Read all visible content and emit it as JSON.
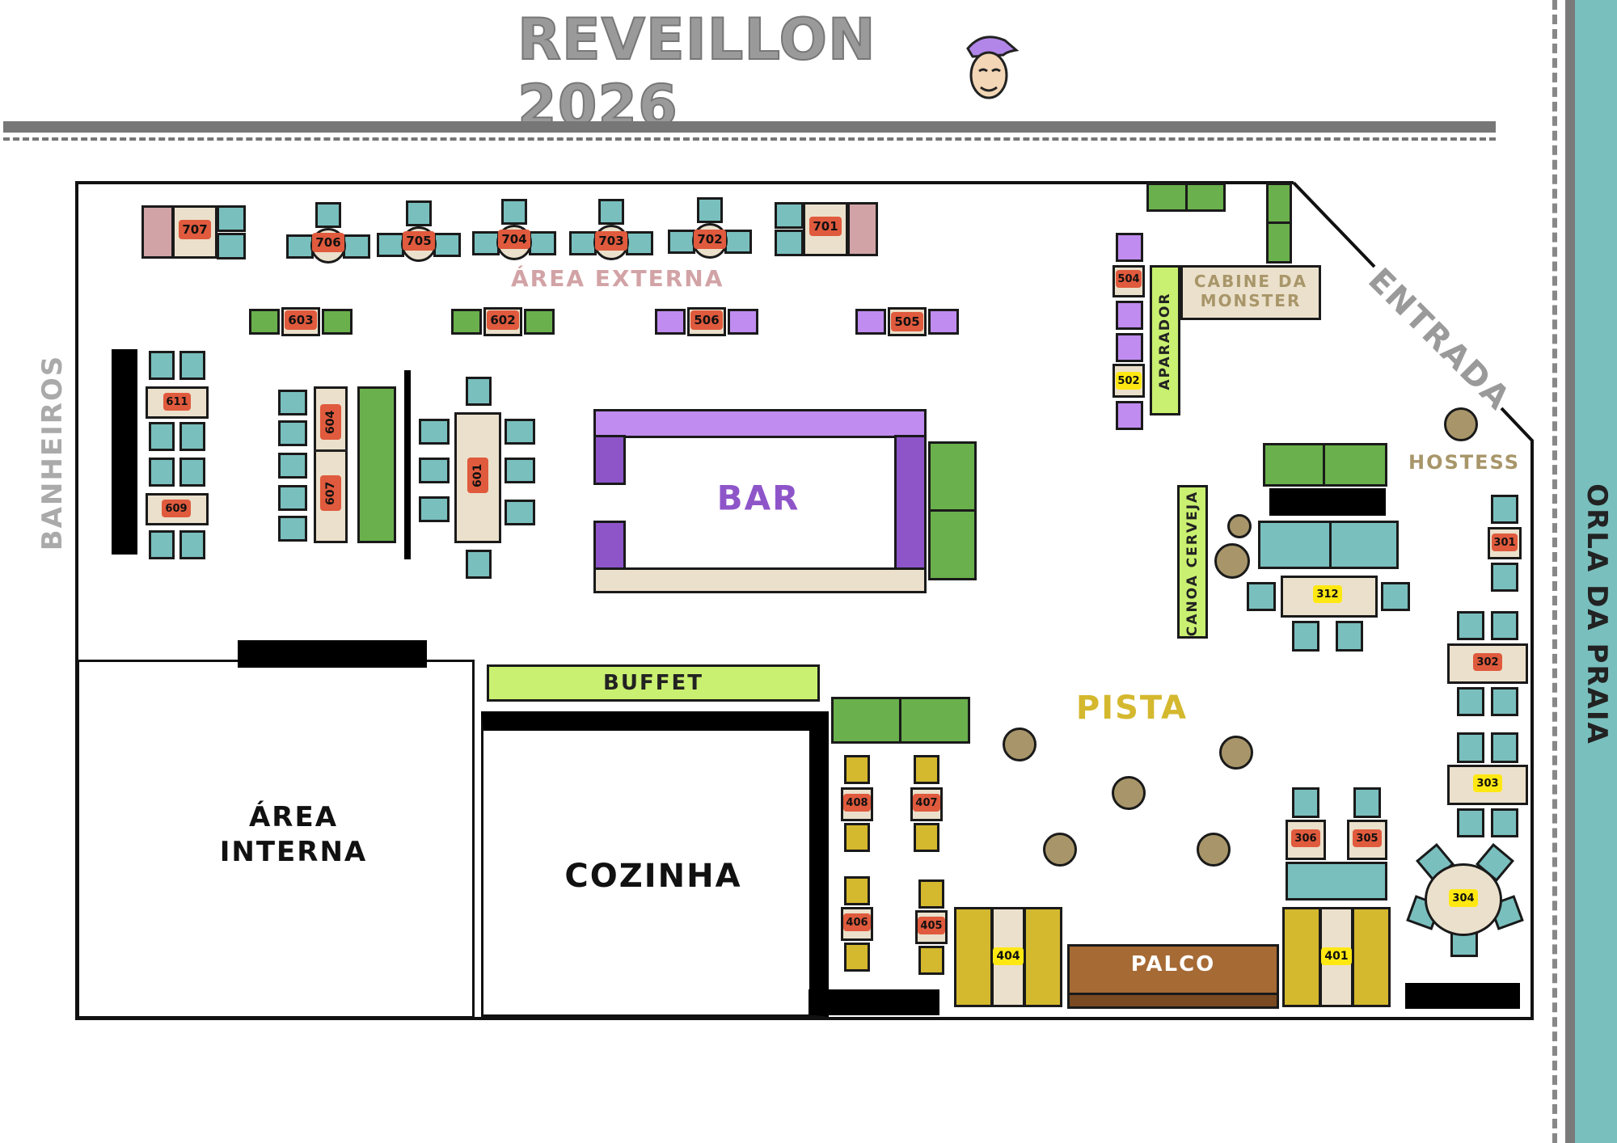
{
  "title": "REVEILLON 2026",
  "areas": {
    "area_externa": "ÁREA EXTERNA",
    "banheiros": "BANHEIROS",
    "bar": "BAR",
    "buffet": "BUFFET",
    "area_interna_1": "ÁREA",
    "area_interna_2": "INTERNA",
    "cozinha": "COZINHA",
    "pista": "PISTA",
    "palco": "PALCO",
    "entrada": "ENTRADA",
    "hostess": "HOSTESS",
    "orla": "ORLA DA PRAIA",
    "cabine_1": "CABINE DA",
    "cabine_2": "MONSTER",
    "aparador": "APARADOR",
    "canoa": "CANOA CERVEJA"
  },
  "tables": {
    "t707": "707",
    "t706": "706",
    "t705": "705",
    "t704": "704",
    "t703": "703",
    "t702": "702",
    "t701": "701",
    "t603": "603",
    "t602": "602",
    "t506": "506",
    "t505": "505",
    "t504": "504",
    "t502": "502",
    "t611": "611",
    "t609": "609",
    "t604": "604",
    "t607": "607",
    "t601": "601",
    "t301": "301",
    "t302": "302",
    "t303": "303",
    "t304": "304",
    "t305": "305",
    "t306": "306",
    "t312": "312",
    "t401": "401",
    "t404": "404",
    "t405": "405",
    "t406": "406",
    "t407": "407",
    "t408": "408"
  },
  "colors": {
    "teal": "#79bfbe",
    "green": "#6ab04c",
    "purple": "#c08cef",
    "yellow": "#d4b82e",
    "beige": "#ebe0cb",
    "palco": "#a66a35",
    "pista": "#d4b82e",
    "bar": "#8e55c9"
  }
}
